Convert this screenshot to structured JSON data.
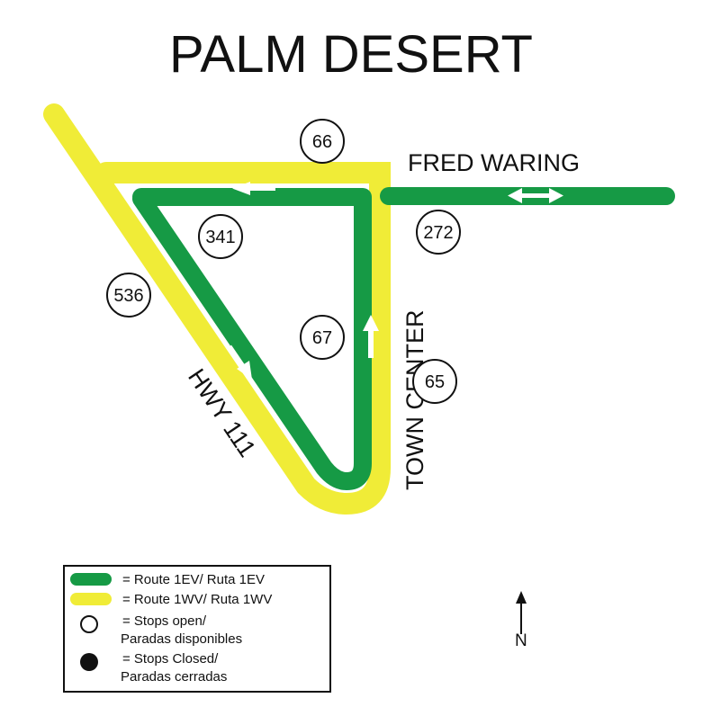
{
  "map": {
    "title": "PALM DESERT",
    "streets": {
      "fred_waring": "FRED WARING",
      "town_center": "TOWN CENTER",
      "hwy_111": "HWY 111"
    },
    "stops": [
      {
        "id": "stop-66",
        "label": "66",
        "status": "open"
      },
      {
        "id": "stop-272",
        "label": "272",
        "status": "open"
      },
      {
        "id": "stop-341",
        "label": "341",
        "status": "open"
      },
      {
        "id": "stop-536",
        "label": "536",
        "status": "open"
      },
      {
        "id": "stop-67",
        "label": "67",
        "status": "open"
      },
      {
        "id": "stop-65",
        "label": "65",
        "status": "open"
      }
    ],
    "routes": {
      "green": "#169a45",
      "yellow": "#f0ec37"
    }
  },
  "legend": {
    "route_ev": "= Route 1EV/ Ruta 1EV",
    "route_wv": "= Route 1WV/ Ruta 1WV",
    "stops_open_line1": "= Stops open/",
    "stops_open_line2": "Paradas disponibles",
    "stops_closed_line1": "= Stops Closed/",
    "stops_closed_line2": "Paradas cerradas"
  },
  "compass": {
    "label": "N"
  }
}
